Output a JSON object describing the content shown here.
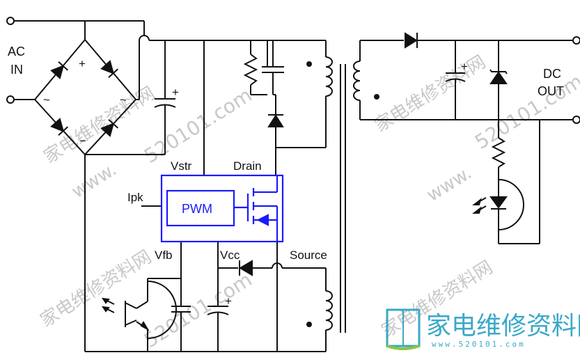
{
  "labels": {
    "ac_in_line1": "AC",
    "ac_in_line2": "IN",
    "dc_out_line1": "DC",
    "dc_out_line2": "OUT",
    "vstr": "Vstr",
    "drain": "Drain",
    "ipk": "Ipk",
    "pwm": "PWM",
    "vfb": "Vfb",
    "vcc": "Vcc",
    "source": "Source",
    "bridge_plus": "+",
    "bridge_minus": "−",
    "bridge_tilde_left": "~",
    "bridge_tilde_right": "~",
    "cap_plus": "+"
  },
  "watermark": {
    "site_cn": "家电维修资料网",
    "site_num": "520101.com",
    "site_www": "www.",
    "logo_cn": "家电维修资料网",
    "logo_url": "www.520101.com"
  },
  "colors": {
    "wire": "#111111",
    "controller": "#1a1aff",
    "watermark": "#c8c8c8",
    "logo": "#3aa8c8"
  }
}
